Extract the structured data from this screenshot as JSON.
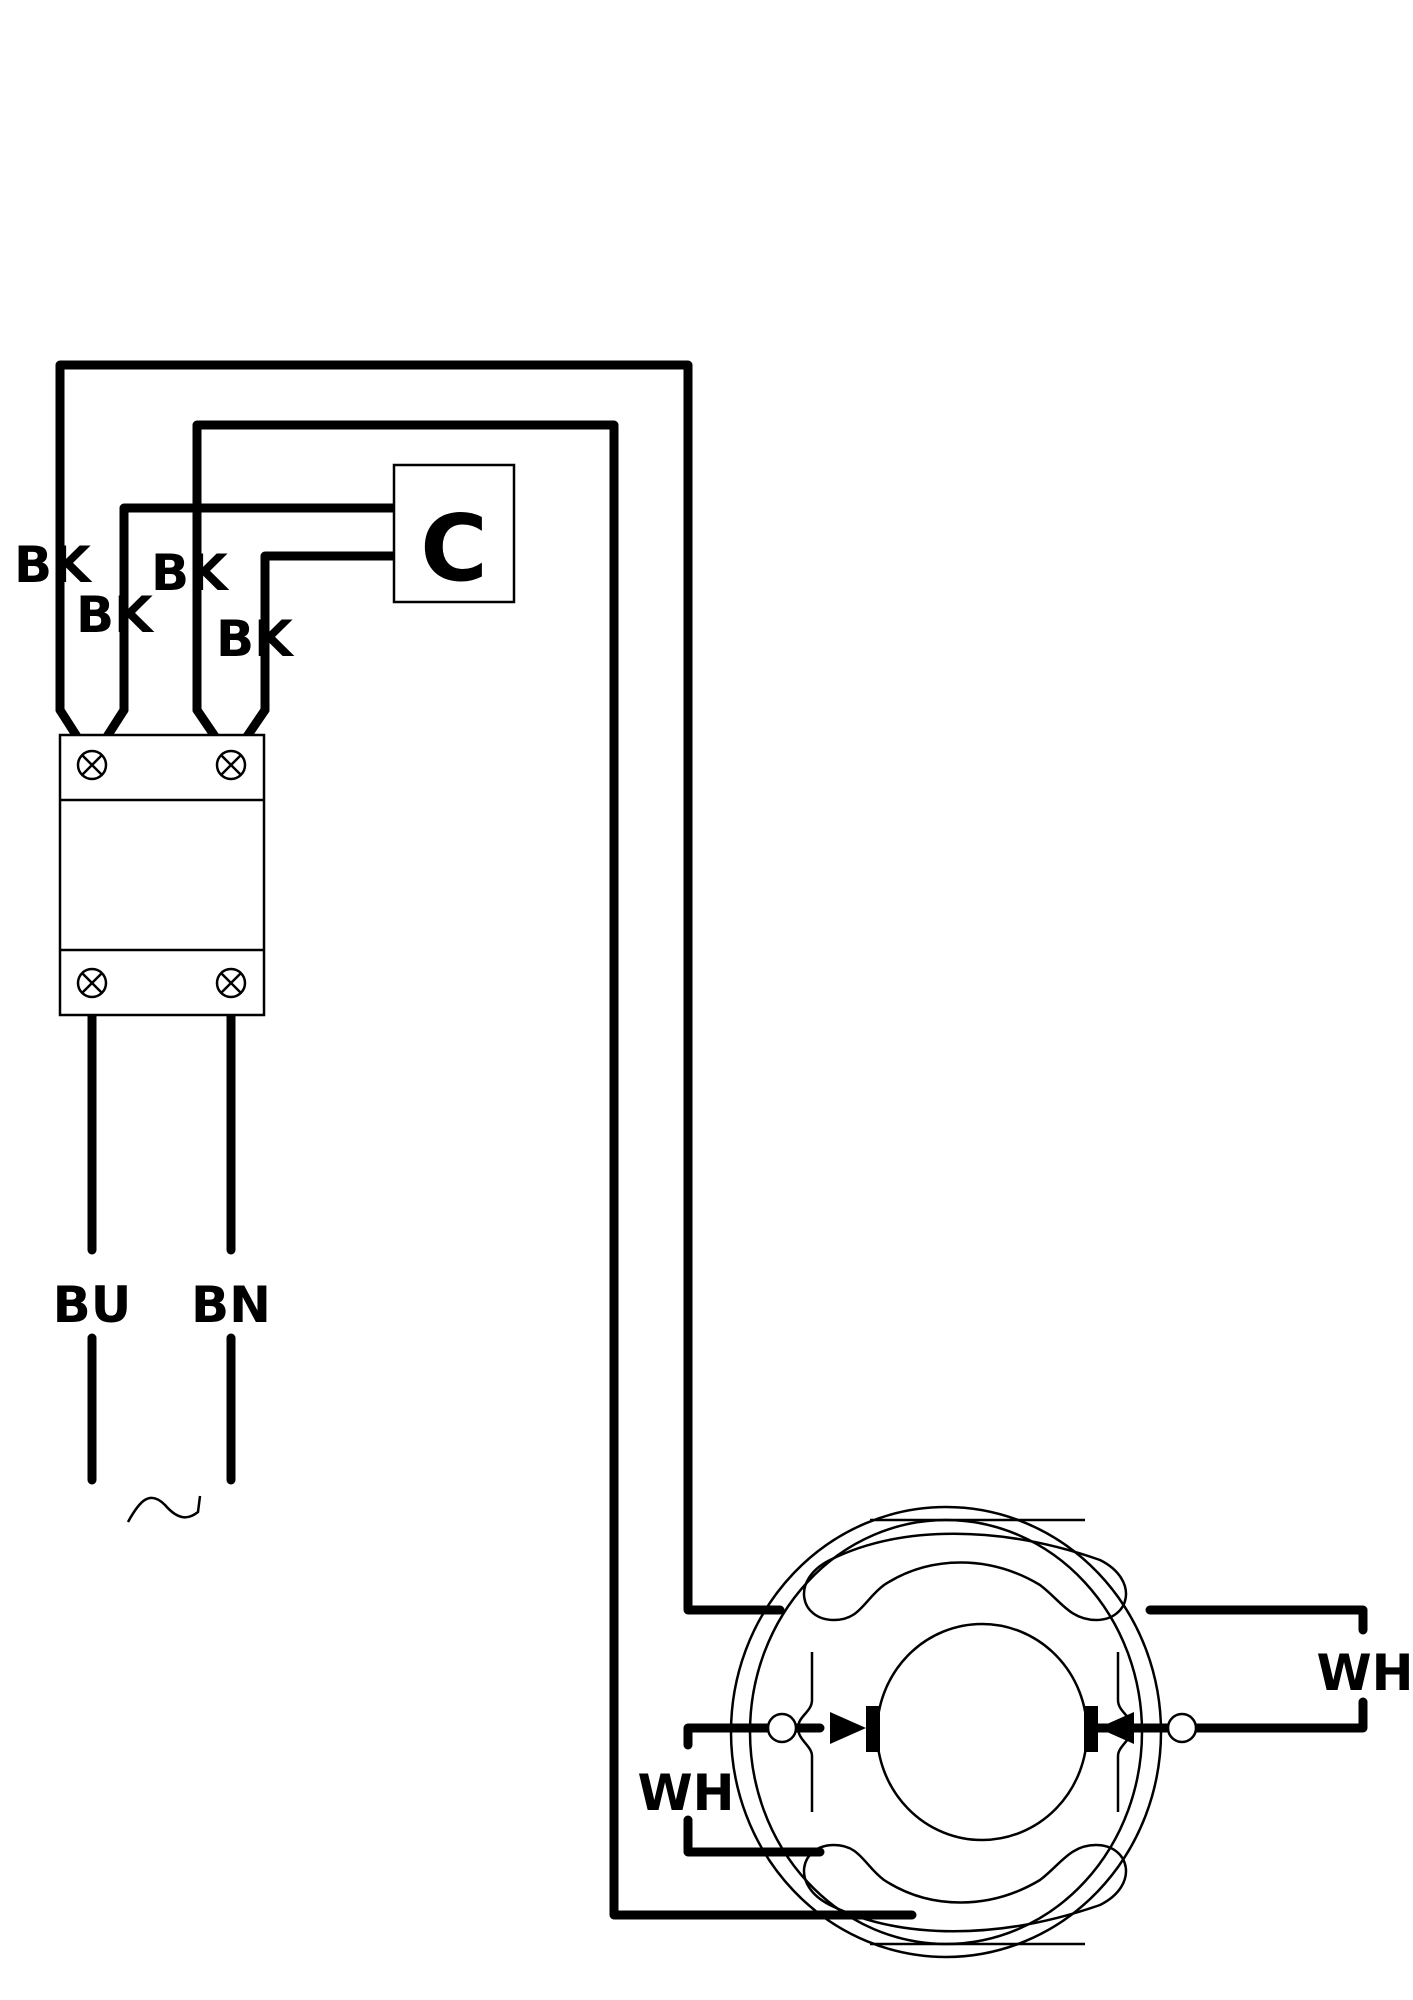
{
  "labels": {
    "bk_1": "BK",
    "bk_2": "BK",
    "bk_3": "BK",
    "bk_4": "BK",
    "capacitor": "C",
    "bu": "BU",
    "bn": "BN",
    "wh_right": "WH",
    "wh_left": "WH"
  },
  "colors": {
    "line": "#000000",
    "background": "#ffffff"
  },
  "symbols": {
    "terminal": "terminal-x-icon",
    "ac_supply": "ac-tilde-icon"
  }
}
